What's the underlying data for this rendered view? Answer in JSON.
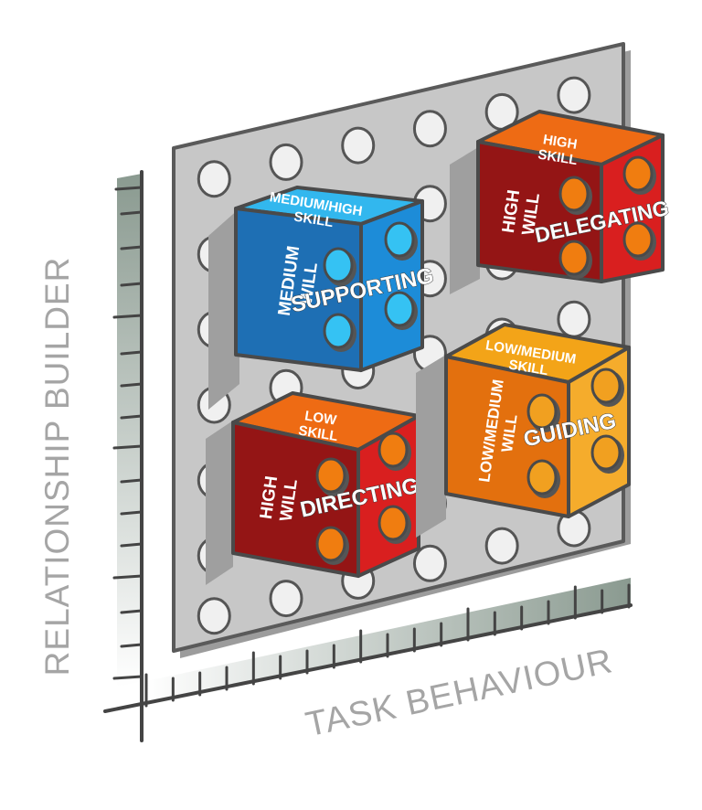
{
  "axes": {
    "y_label": "RELATIONSHIP BUILDER",
    "x_label": "TASK BEHAVIOUR"
  },
  "blocks": [
    {
      "id": "supporting",
      "style": "Supporting",
      "skill": [
        "MEDIUM/HIGH",
        "SKILL"
      ],
      "will": [
        "MEDIUM",
        "WILL"
      ],
      "name": "SUPPORTING",
      "colors": {
        "top": "#32b7ee",
        "front": "#1d8cd8",
        "side": "#1e6fb4",
        "stud": "#35c2f3"
      }
    },
    {
      "id": "delegating",
      "style": "Delegating",
      "skill": [
        "HIGH",
        "SKILL"
      ],
      "will": [
        "HIGH",
        "WILL"
      ],
      "name": "DELEGATING",
      "colors": {
        "top": "#ee6b14",
        "front": "#d91f1f",
        "side": "#941515",
        "stud": "#f07d10"
      }
    },
    {
      "id": "directing",
      "style": "Directing",
      "skill": [
        "LOW",
        "SKILL"
      ],
      "will": [
        "HIGH",
        "WILL"
      ],
      "name": "DIRECTING",
      "colors": {
        "top": "#ee6b14",
        "front": "#d91f1f",
        "side": "#941515",
        "stud": "#f07d10"
      }
    },
    {
      "id": "guiding",
      "style": "Guiding",
      "skill": [
        "LOW/MEDIUM",
        "SKILL"
      ],
      "will": [
        "LOW/MEDIUM",
        "WILL"
      ],
      "name": "GUIDING",
      "colors": {
        "top": "#f3a418",
        "front": "#f5ac2c",
        "side": "#e3700e",
        "stud": "#f1a020"
      }
    }
  ],
  "colors": {
    "board": "#c7c7c7",
    "board_edge": "#5a5a5a",
    "axis": "#444444",
    "axis_label": "#a5a5a5",
    "outline": "#4a4a4a"
  }
}
